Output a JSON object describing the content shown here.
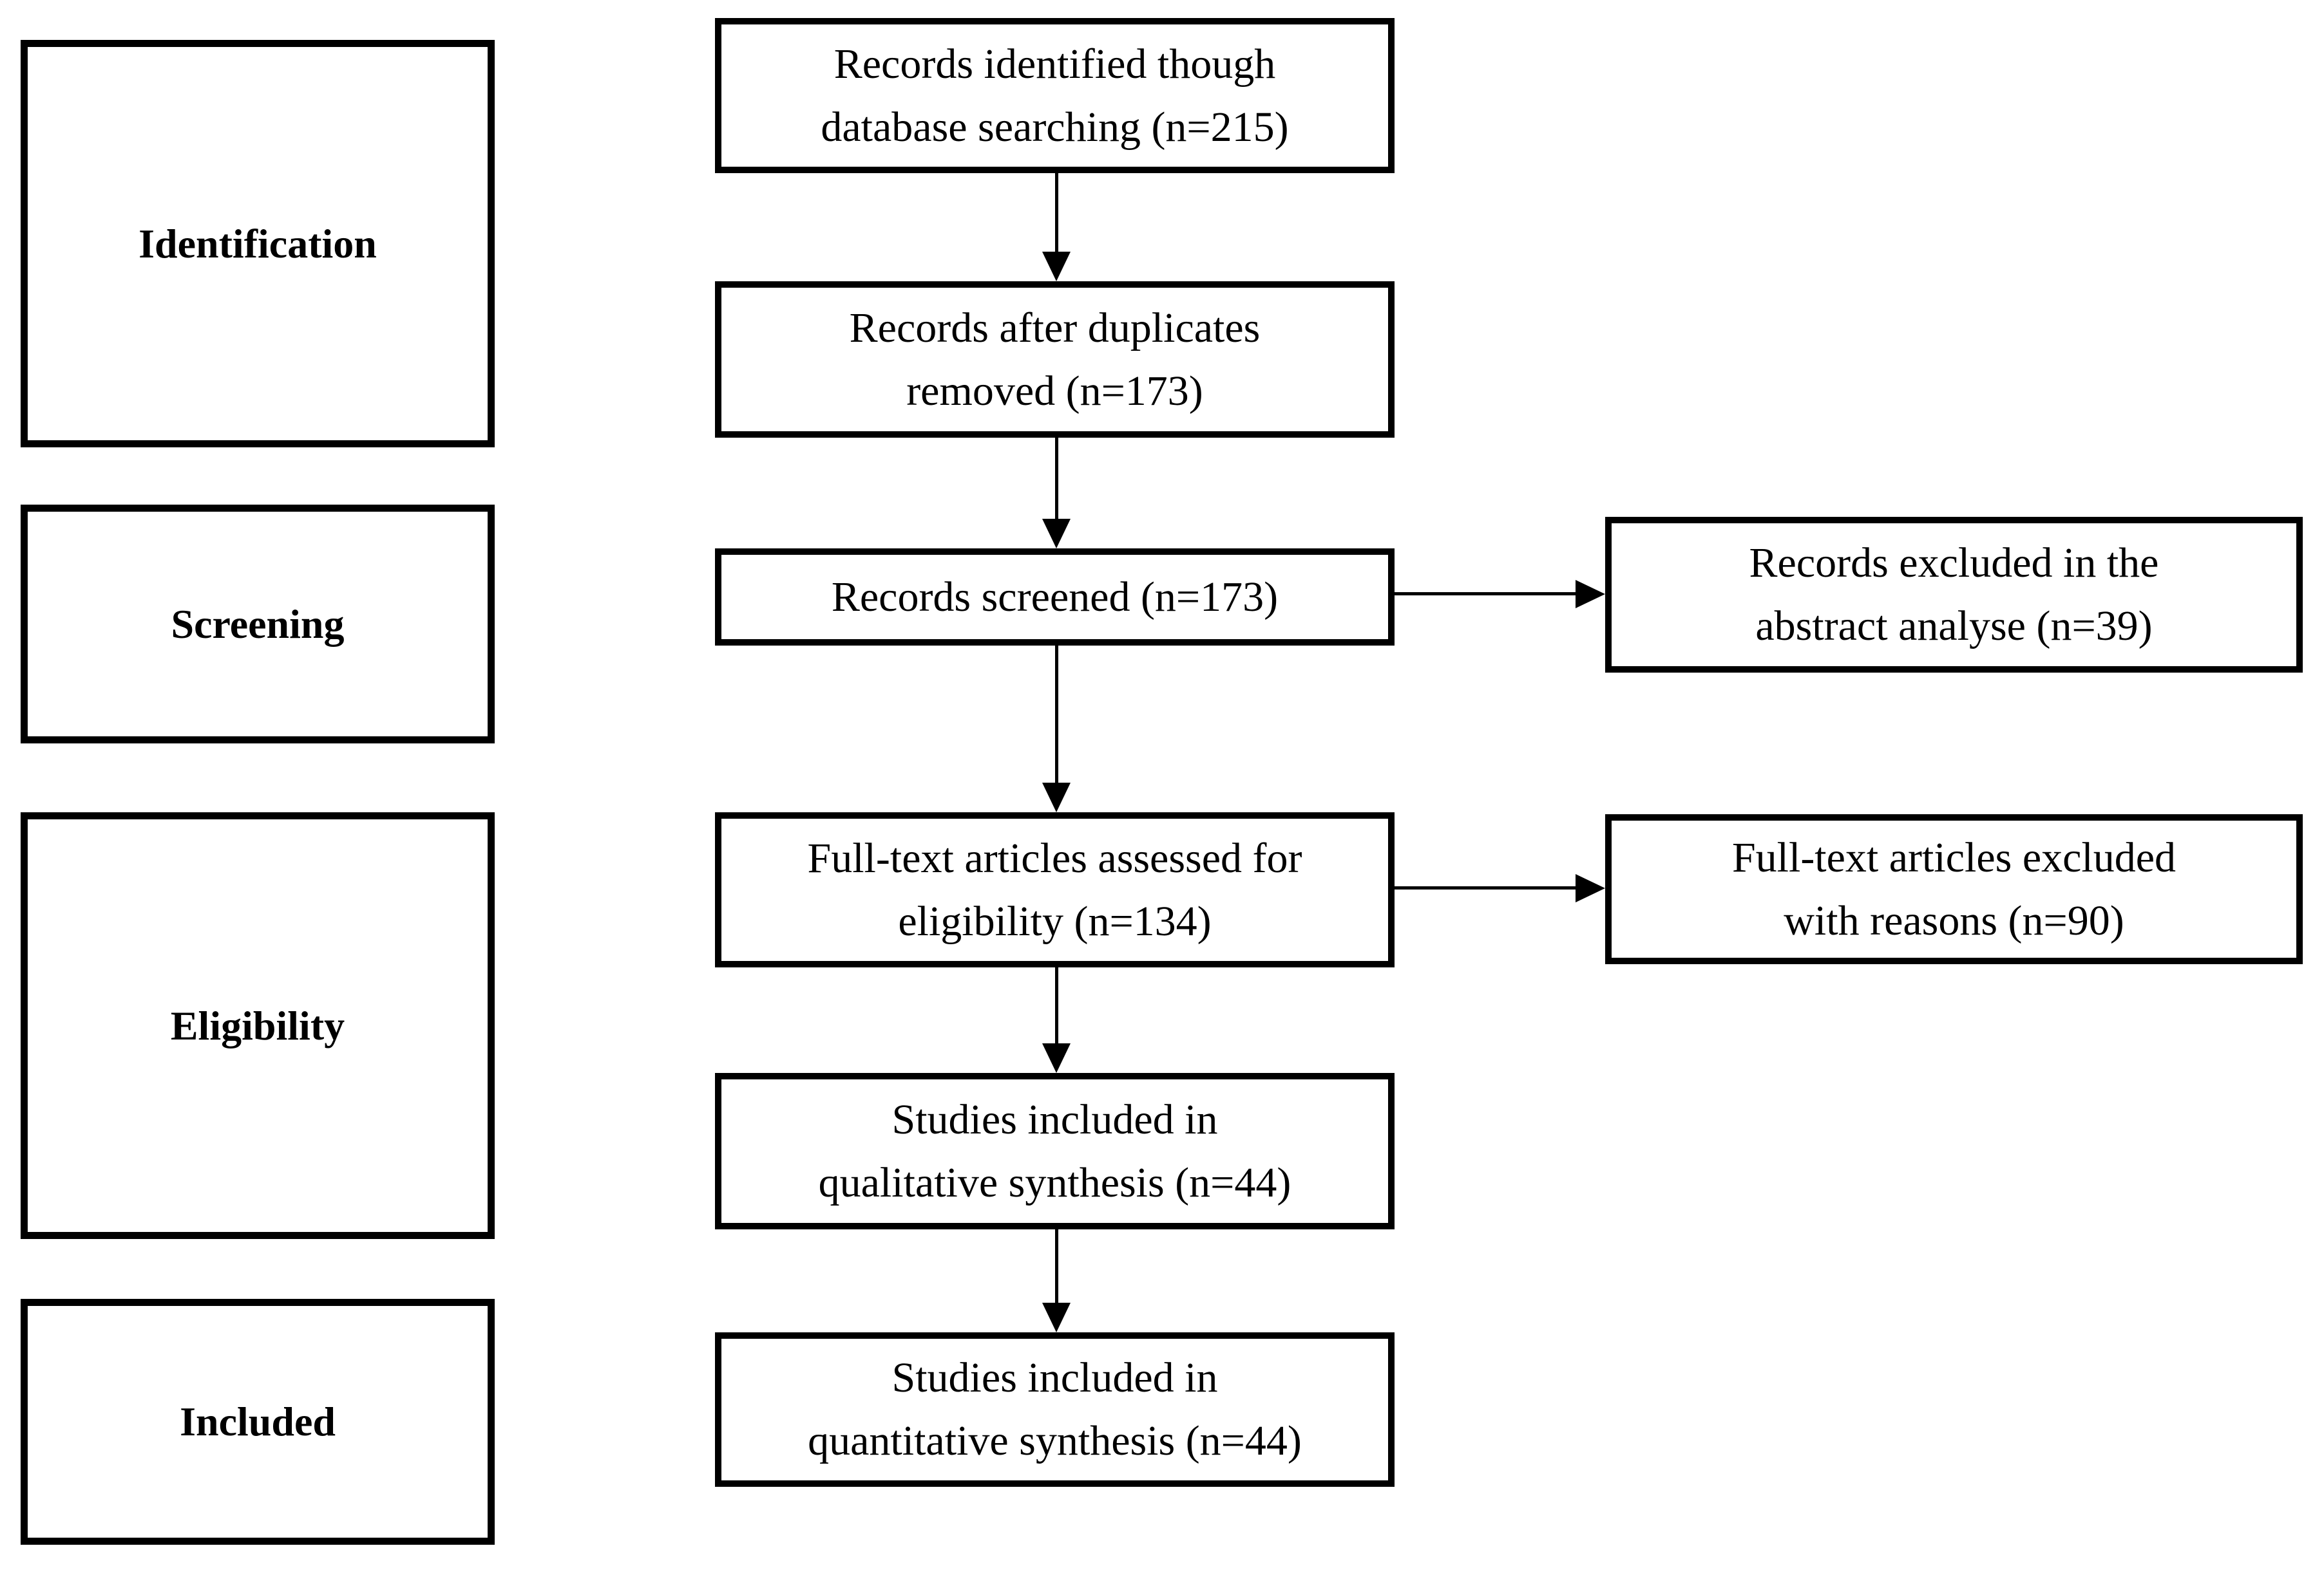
{
  "figure": {
    "background_color": "#ffffff",
    "box_border_color": "#000000",
    "text_color": "#000000",
    "arrow_color": "#000000"
  },
  "stages": [
    {
      "label": "Identification"
    },
    {
      "label": "Screening"
    },
    {
      "label": "Eligibility"
    },
    {
      "label": "Included"
    }
  ],
  "flow": [
    {
      "line1": "Records identified though",
      "line2": "database searching (n=215)",
      "n": 215
    },
    {
      "line1": "Records after duplicates",
      "line2": "removed (n=173)",
      "n": 173
    },
    {
      "line1": "Records screened (n=173)",
      "line2": "",
      "n": 173
    },
    {
      "line1": "Full-text articles assessed for",
      "line2": "eligibility (n=134)",
      "n": 134
    },
    {
      "line1": "Studies included in",
      "line2": "qualitative synthesis (n=44)",
      "n": 44
    },
    {
      "line1": "Studies included in",
      "line2": "quantitative synthesis (n=44)",
      "n": 44
    }
  ],
  "exclusions": [
    {
      "line1": "Records excluded in the",
      "line2": "abstract analyse (n=39)",
      "n": 39
    },
    {
      "line1": "Full-text articles excluded",
      "line2": "with reasons (n=90)",
      "n": 90
    }
  ]
}
